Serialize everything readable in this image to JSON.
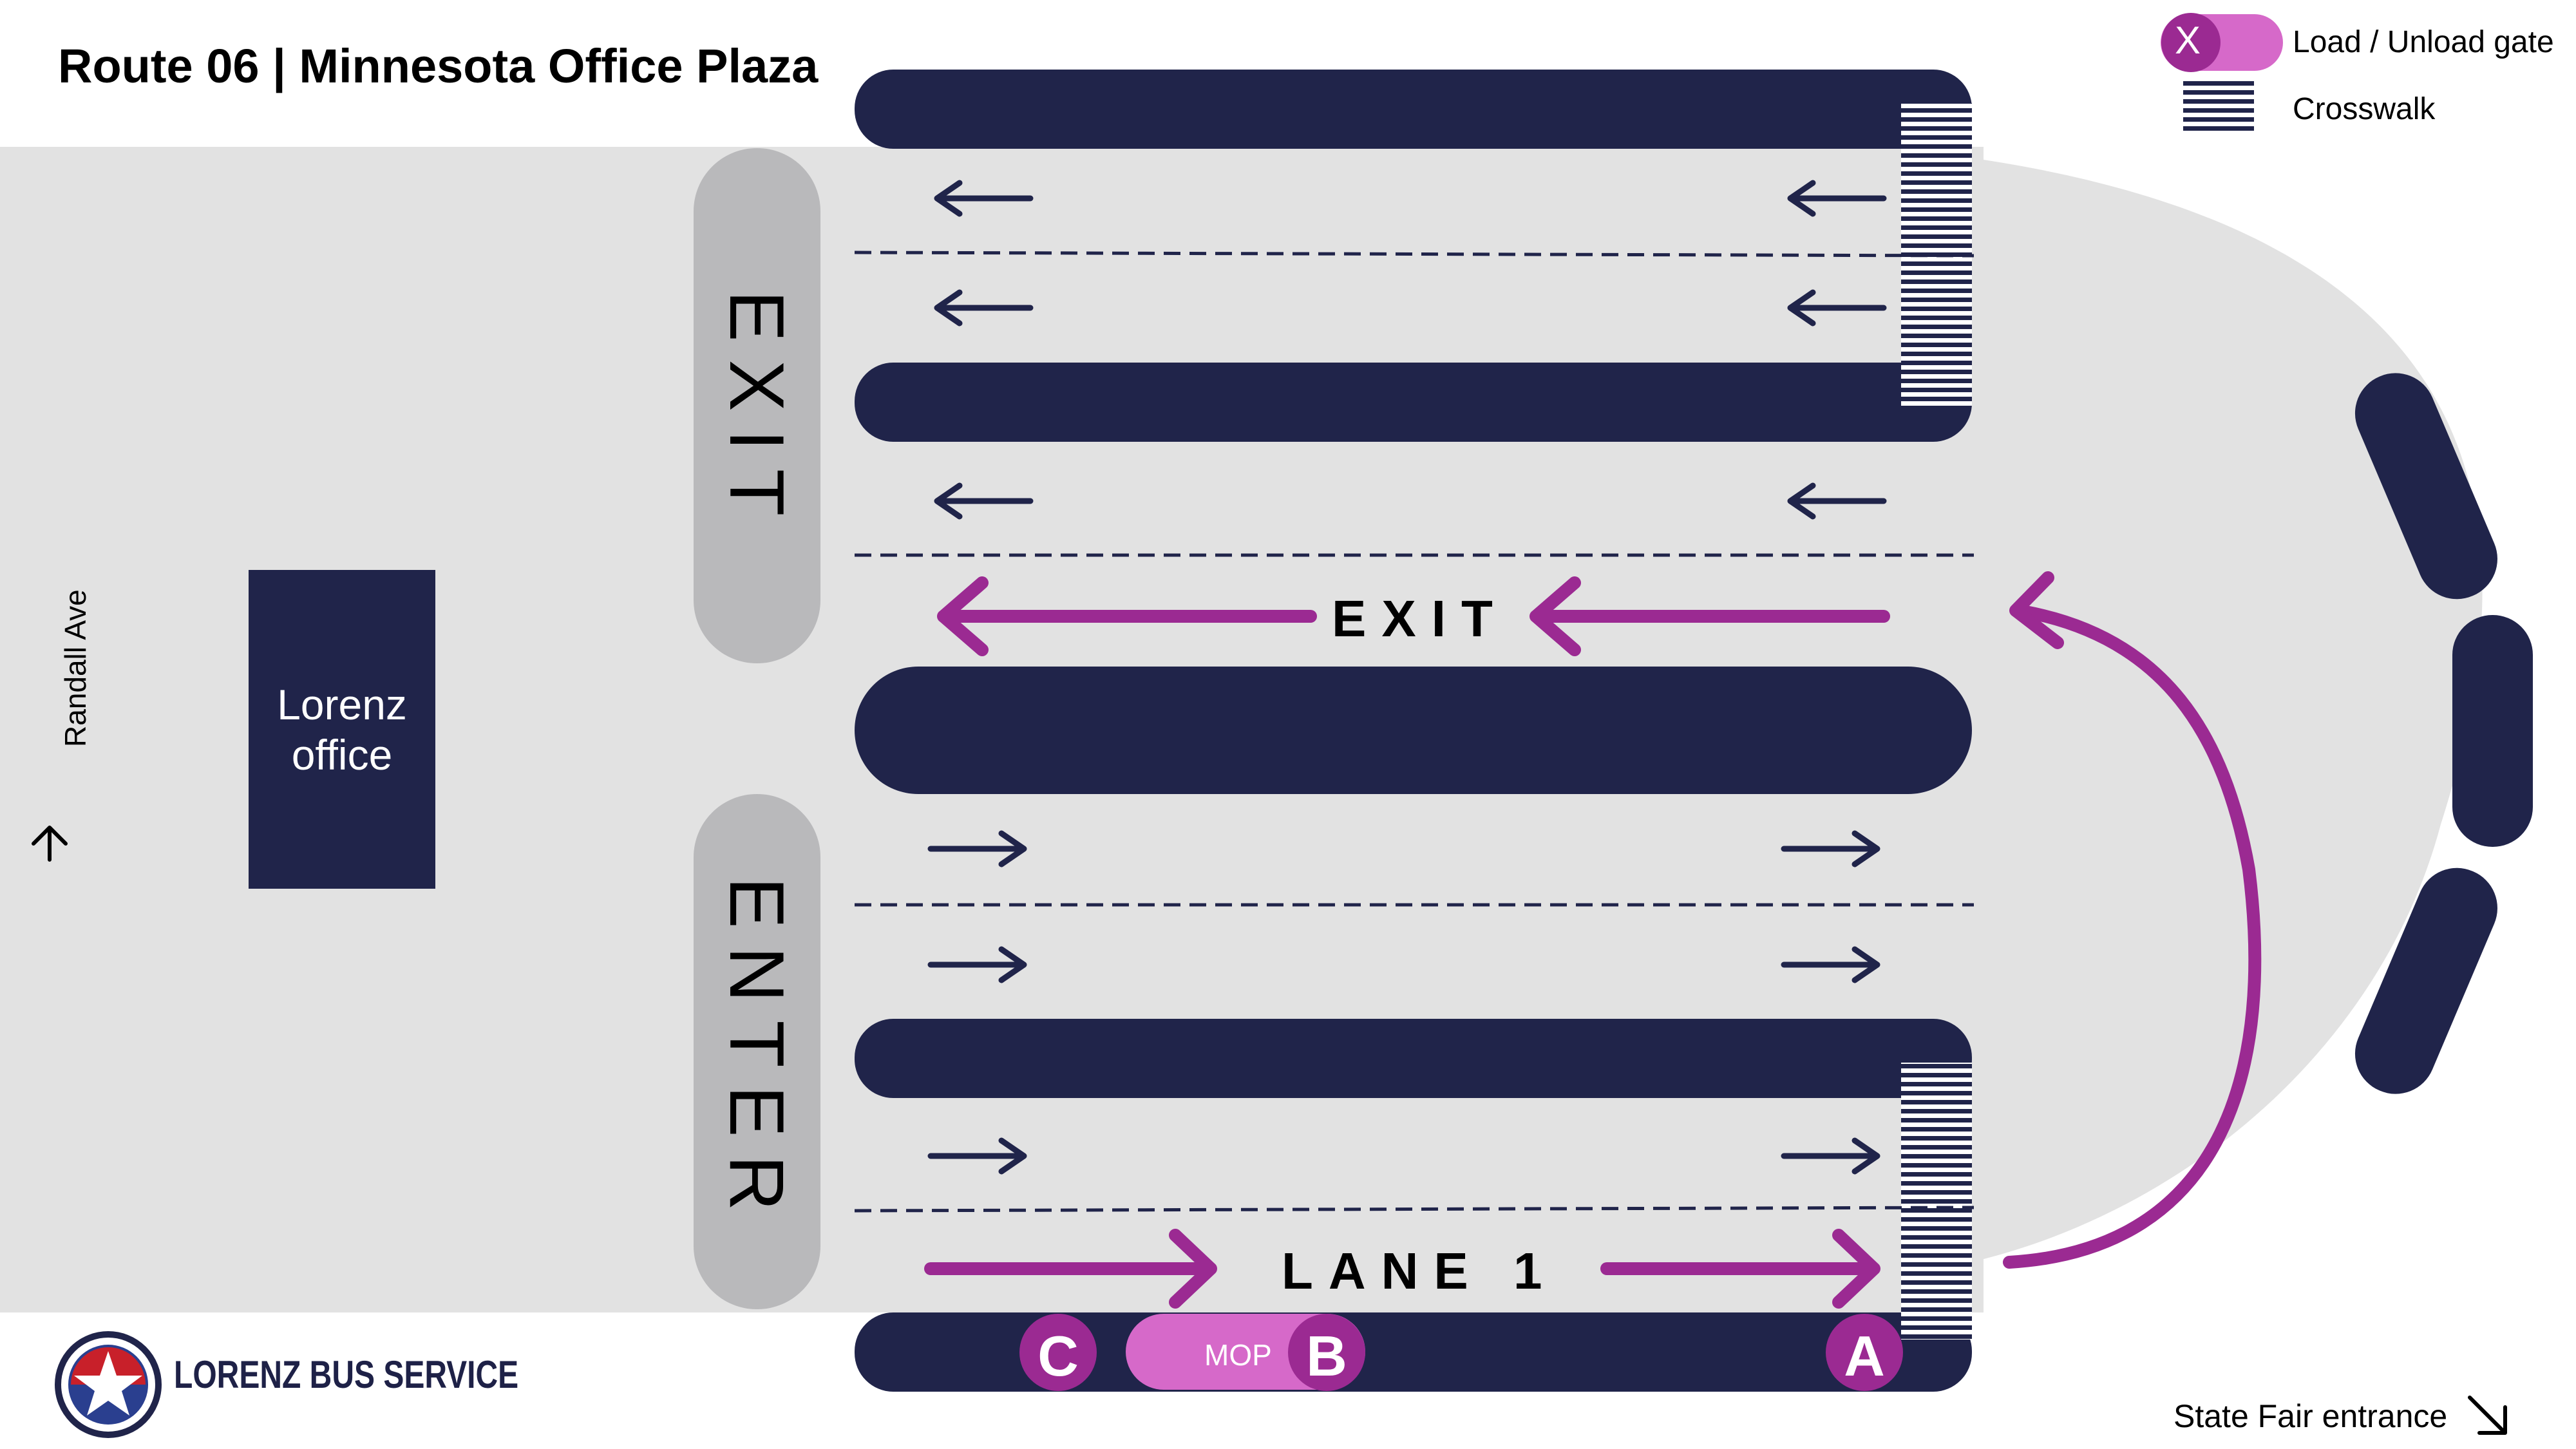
{
  "title": "Route 06 | Minnesota Office Plaza",
  "legend": {
    "gate_marker": "X",
    "gate_label": "Load / Unload gate",
    "crosswalk_label": "Crosswalk"
  },
  "street_label": "Randall Ave",
  "office_label_line1": "Lorenz",
  "office_label_line2": "office",
  "exit_vertical": "EXIT",
  "enter_vertical": "ENTER",
  "exit_lane_label": "EXIT",
  "lane1_label": "LANE 1",
  "gates": [
    {
      "id": "gate-c",
      "label": "C"
    },
    {
      "id": "gate-b",
      "label": "B"
    },
    {
      "id": "gate-a",
      "label": "A"
    }
  ],
  "mop_label": "MOP",
  "state_fair_label": "State Fair entrance",
  "brand_name": "LORENZ BUS SERVICE",
  "colors": {
    "navy": "#20244a",
    "lot_gray": "#e2e2e2",
    "island_gray": "#b9b9bb",
    "magenta": "#9b2a92",
    "pink": "#d669c9"
  }
}
